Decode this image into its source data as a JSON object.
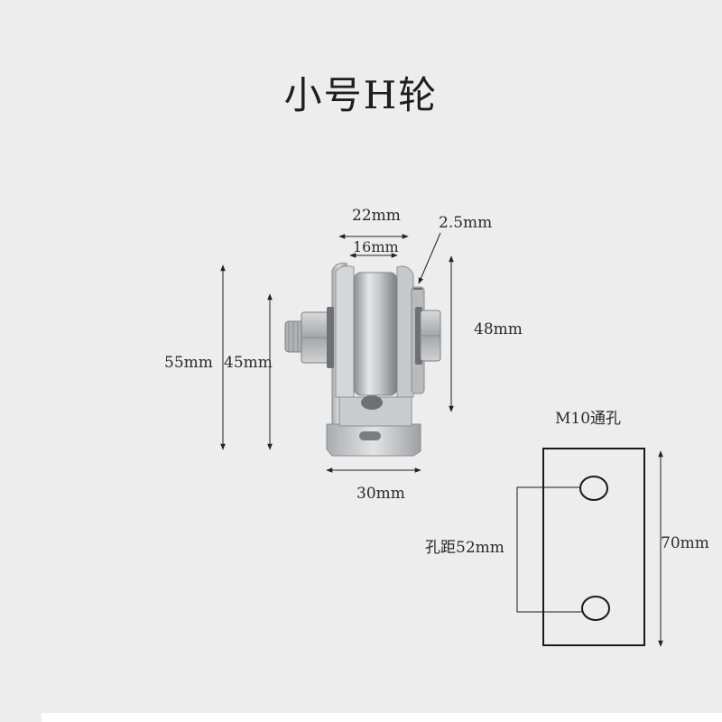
{
  "title": "小号H轮",
  "dimensions": {
    "outer_width": "22mm",
    "inner_width": "16mm",
    "flange_thickness": "2.5mm",
    "total_height": "55mm",
    "wheel_height": "45mm",
    "right_height": "48mm",
    "base_width": "30mm"
  },
  "plate": {
    "caption": "M10通孔",
    "hole_spacing": "孔距52mm",
    "height": "70mm"
  }
}
